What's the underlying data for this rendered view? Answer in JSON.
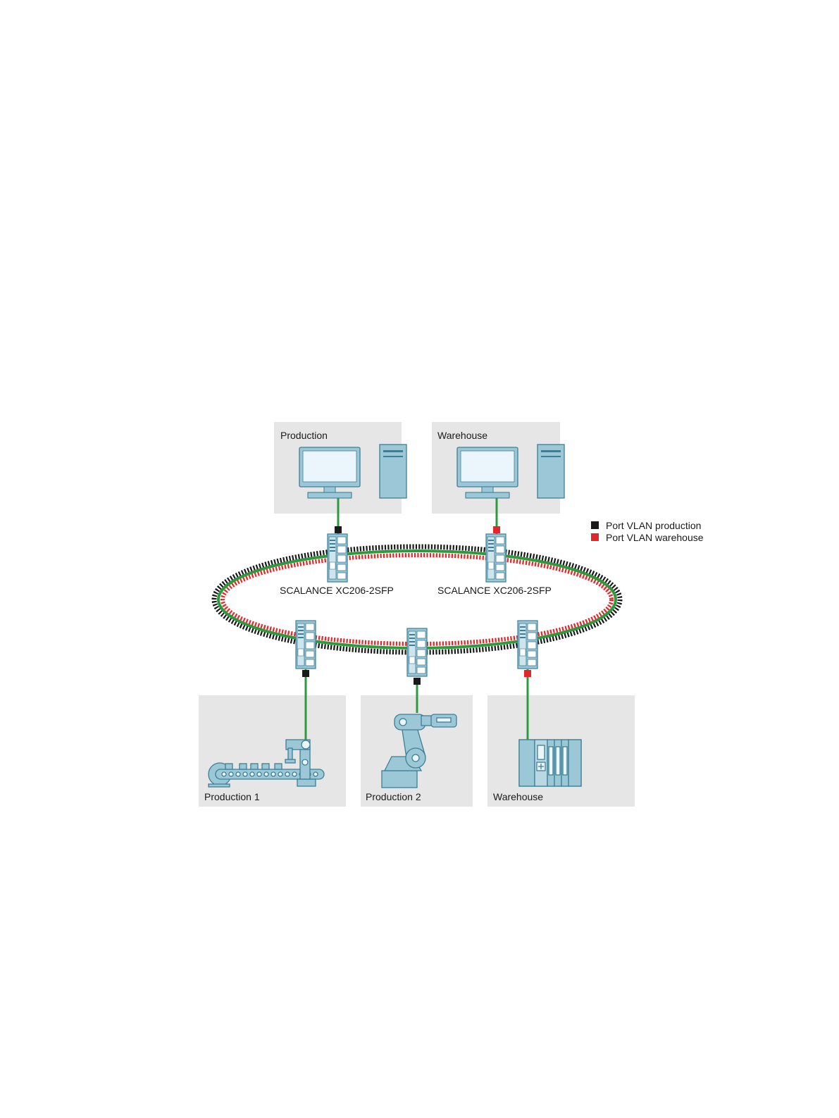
{
  "stations": {
    "production_pc": "Production",
    "warehouse_pc": "Warehouse",
    "production_1": "Production 1",
    "production_2": "Production 2",
    "warehouse_plc": "Warehouse"
  },
  "switches": {
    "left_label": "SCALANCE XC206-2SFP",
    "right_label": "SCALANCE XC206-2SFP"
  },
  "legend": {
    "production": "Port VLAN production",
    "warehouse": "Port VLAN warehouse"
  },
  "colors": {
    "vlan_production": "#1a1a1a",
    "vlan_warehouse": "#e3262a",
    "link": "#2e9a3e",
    "device_fill": "#9cc7d6",
    "device_stroke": "#3d7f96",
    "panel_bg": "#e6e6e6"
  },
  "icons": [
    "pc-icon",
    "switch-icon",
    "conveyor-robot-icon",
    "industrial-robot-icon",
    "plc-icon"
  ]
}
